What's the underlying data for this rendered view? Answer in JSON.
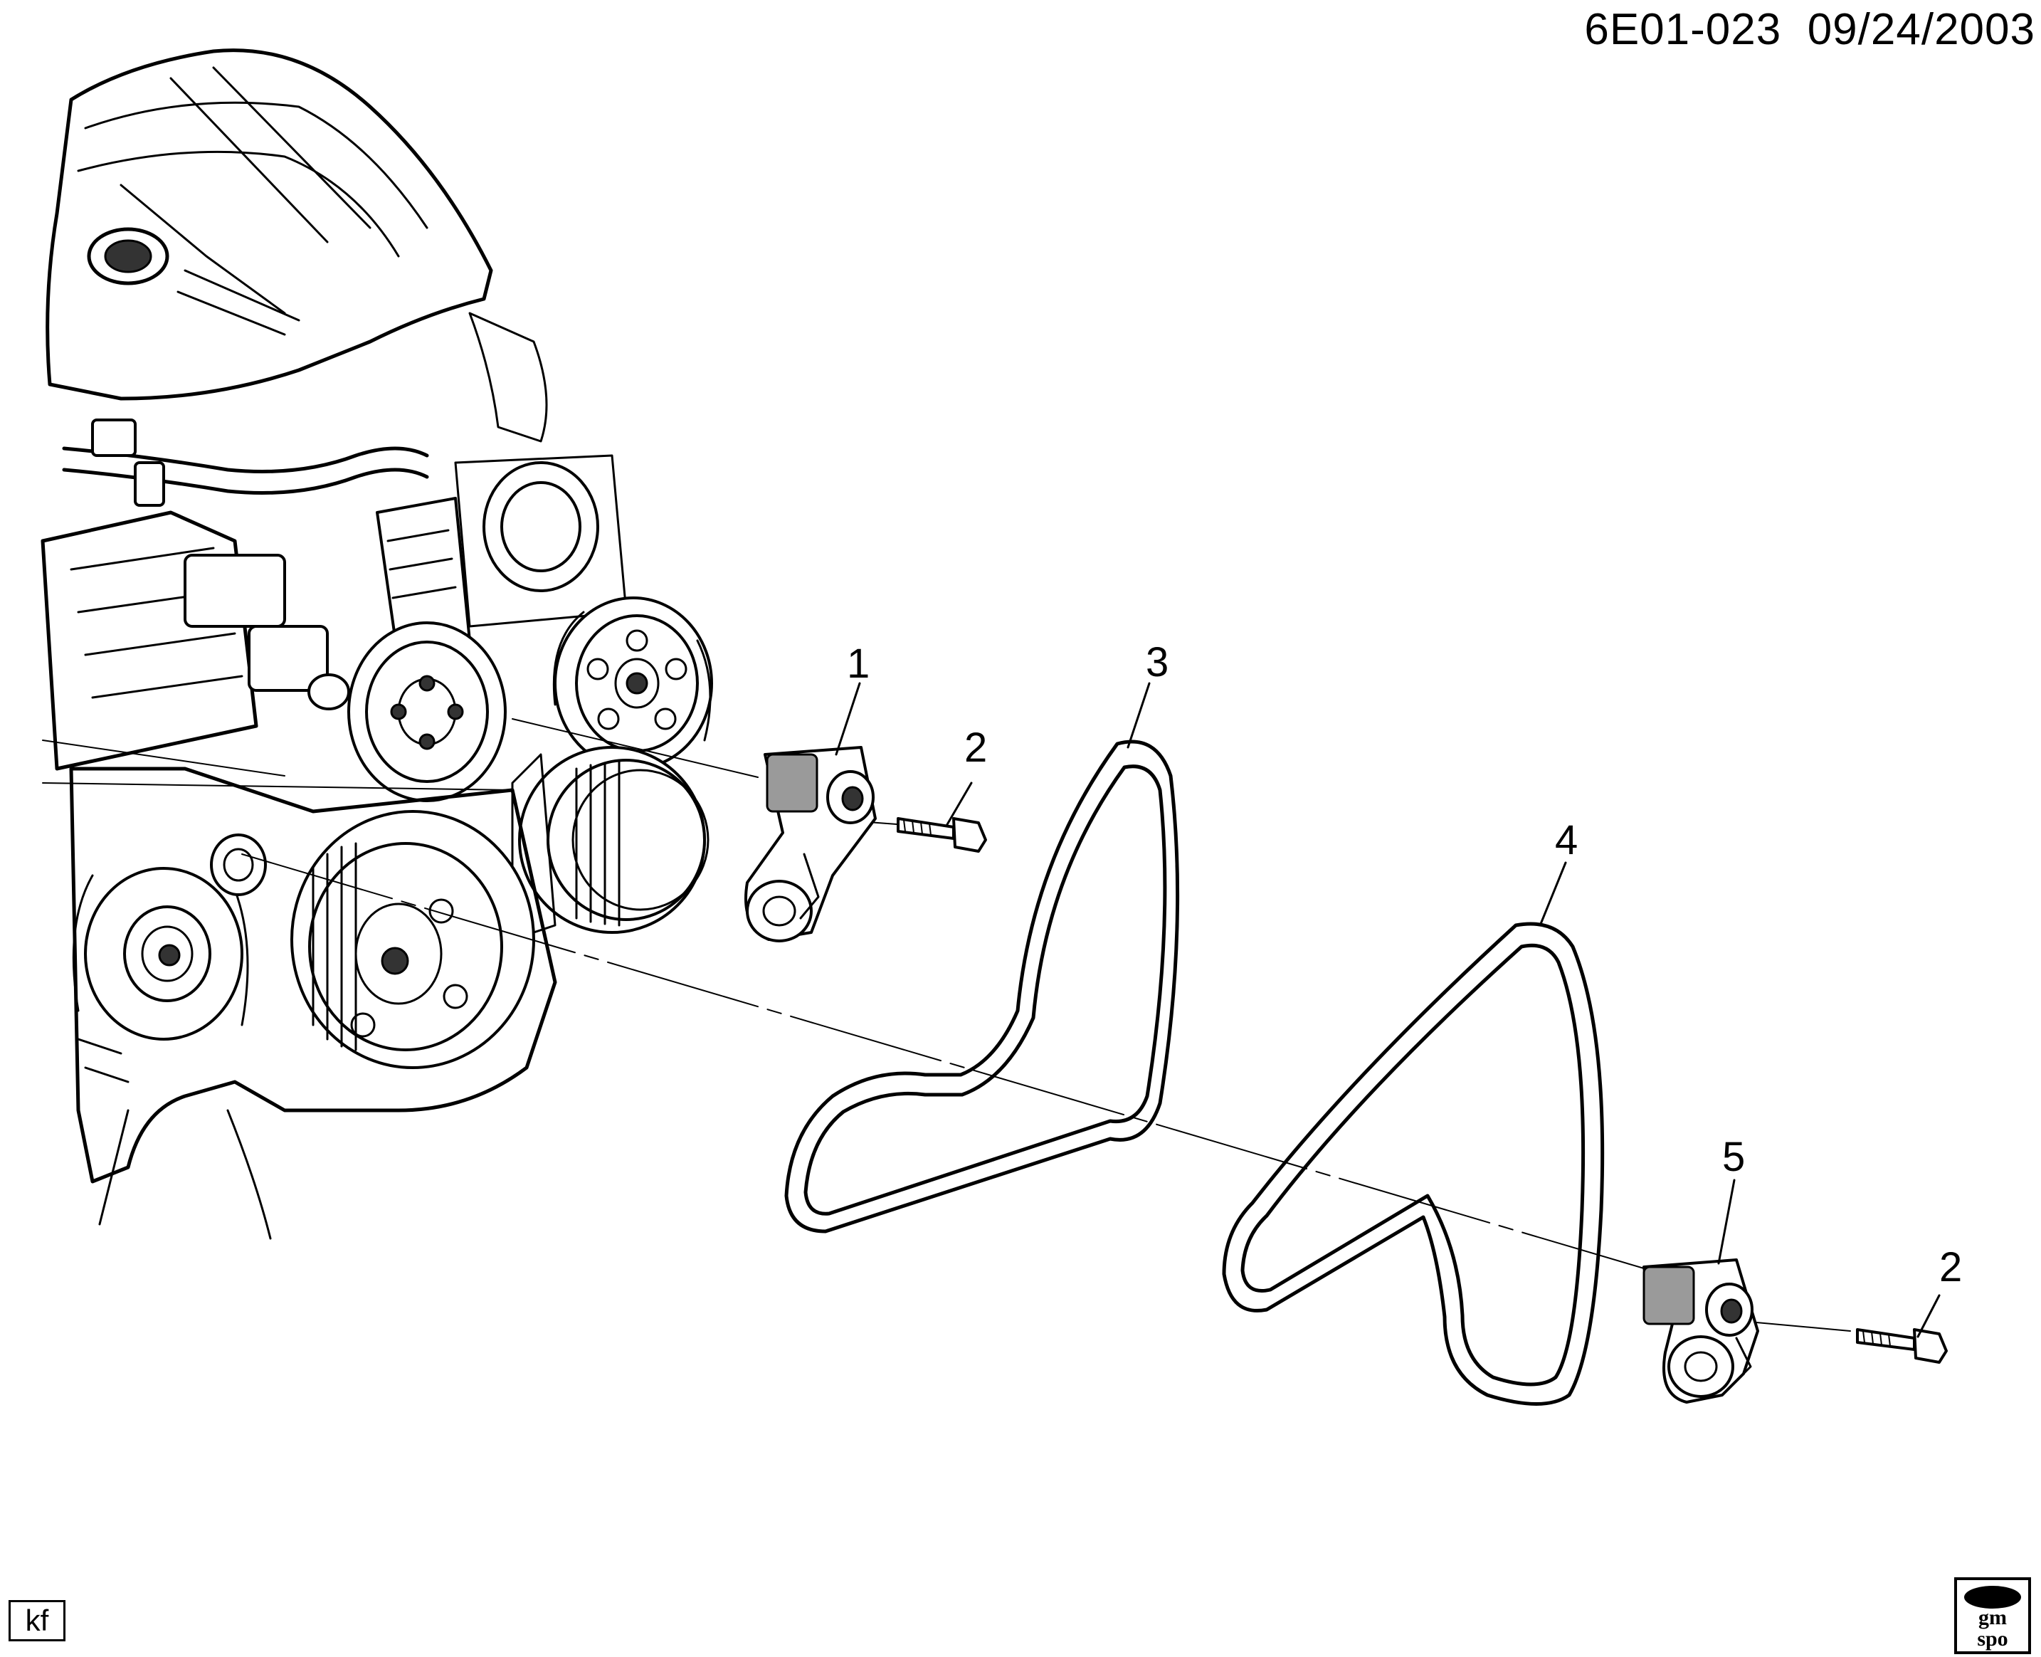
{
  "header": {
    "diagram_code": "6E01-023",
    "date": "09/24/2003"
  },
  "footer": {
    "initials": "kf",
    "logo_top": "gm",
    "logo_bottom": "spo"
  },
  "callouts": [
    {
      "id": "callout-1",
      "label": "1"
    },
    {
      "id": "callout-2a",
      "label": "2"
    },
    {
      "id": "callout-3",
      "label": "3"
    },
    {
      "id": "callout-4",
      "label": "4"
    },
    {
      "id": "callout-5",
      "label": "5"
    },
    {
      "id": "callout-2b",
      "label": "2"
    }
  ]
}
